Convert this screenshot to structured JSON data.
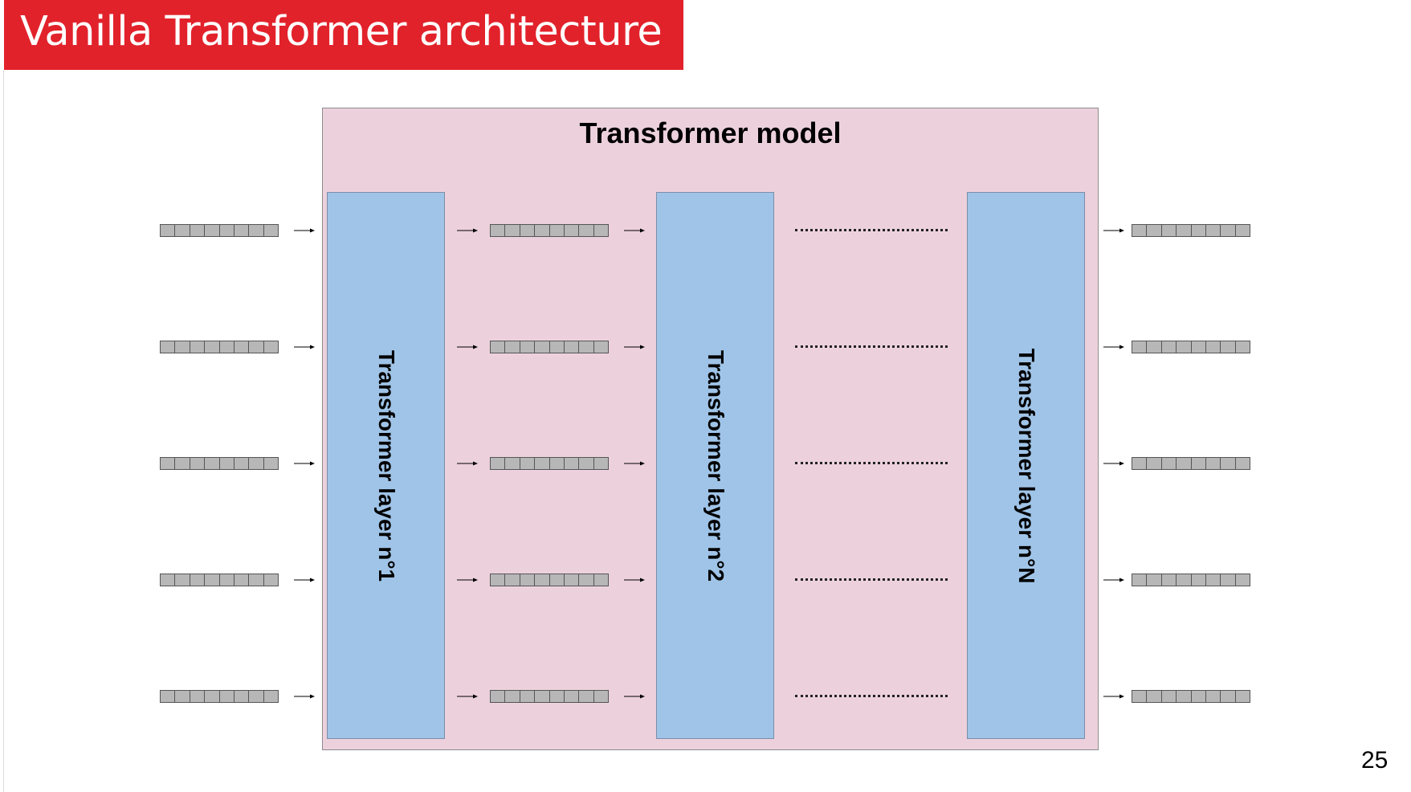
{
  "slide": {
    "title": "Vanilla Transformer architecture",
    "page_number": "25"
  },
  "diagram": {
    "model_label": "Transformer model",
    "layers": [
      {
        "label": "Transformer layer n°1"
      },
      {
        "label": "Transformer layer n°2"
      },
      {
        "label": "Transformer layer n°N"
      }
    ],
    "tokens_per_column": 5,
    "cells_per_vector": 8
  },
  "colors": {
    "title_bar": "#e2222b",
    "model_background": "#ecd1dd",
    "layer_fill": "#a0c4e8",
    "vector_fill": "#b7b7b7"
  }
}
